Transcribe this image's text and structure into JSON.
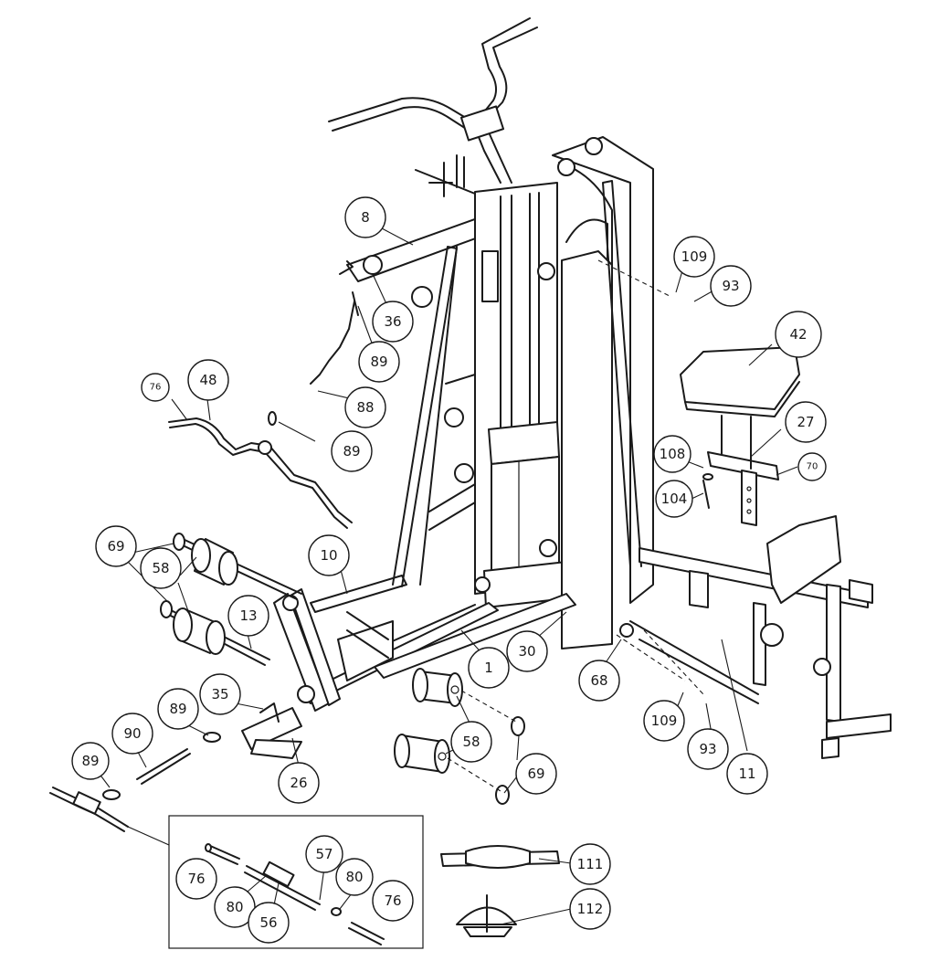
{
  "diagram": {
    "callouts": [
      {
        "id": "c8",
        "label": "8"
      },
      {
        "id": "c36",
        "label": "36"
      },
      {
        "id": "c89a",
        "label": "89"
      },
      {
        "id": "c88",
        "label": "88"
      },
      {
        "id": "c109a",
        "label": "109"
      },
      {
        "id": "c93a",
        "label": "93"
      },
      {
        "id": "c42",
        "label": "42"
      },
      {
        "id": "c76a",
        "label": "76"
      },
      {
        "id": "c48",
        "label": "48"
      },
      {
        "id": "c89b",
        "label": "89"
      },
      {
        "id": "c27",
        "label": "27"
      },
      {
        "id": "c108",
        "label": "108"
      },
      {
        "id": "c70",
        "label": "70"
      },
      {
        "id": "c104",
        "label": "104"
      },
      {
        "id": "c69a",
        "label": "69"
      },
      {
        "id": "c10",
        "label": "10"
      },
      {
        "id": "c58a",
        "label": "58"
      },
      {
        "id": "c13",
        "label": "13"
      },
      {
        "id": "c1",
        "label": "1"
      },
      {
        "id": "c30",
        "label": "30"
      },
      {
        "id": "c68",
        "label": "68"
      },
      {
        "id": "c35",
        "label": "35"
      },
      {
        "id": "c89c",
        "label": "89"
      },
      {
        "id": "c90",
        "label": "90"
      },
      {
        "id": "c109b",
        "label": "109"
      },
      {
        "id": "c93b",
        "label": "93"
      },
      {
        "id": "c11",
        "label": "11"
      },
      {
        "id": "c58b",
        "label": "58"
      },
      {
        "id": "c69b",
        "label": "69"
      },
      {
        "id": "c89d",
        "label": "89"
      },
      {
        "id": "c26",
        "label": "26"
      },
      {
        "id": "c57",
        "label": "57"
      },
      {
        "id": "c76b",
        "label": "76"
      },
      {
        "id": "c80a",
        "label": "80"
      },
      {
        "id": "c80b",
        "label": "80"
      },
      {
        "id": "c76c",
        "label": "76"
      },
      {
        "id": "c56",
        "label": "56"
      },
      {
        "id": "c111",
        "label": "111"
      },
      {
        "id": "c112",
        "label": "112"
      }
    ]
  }
}
